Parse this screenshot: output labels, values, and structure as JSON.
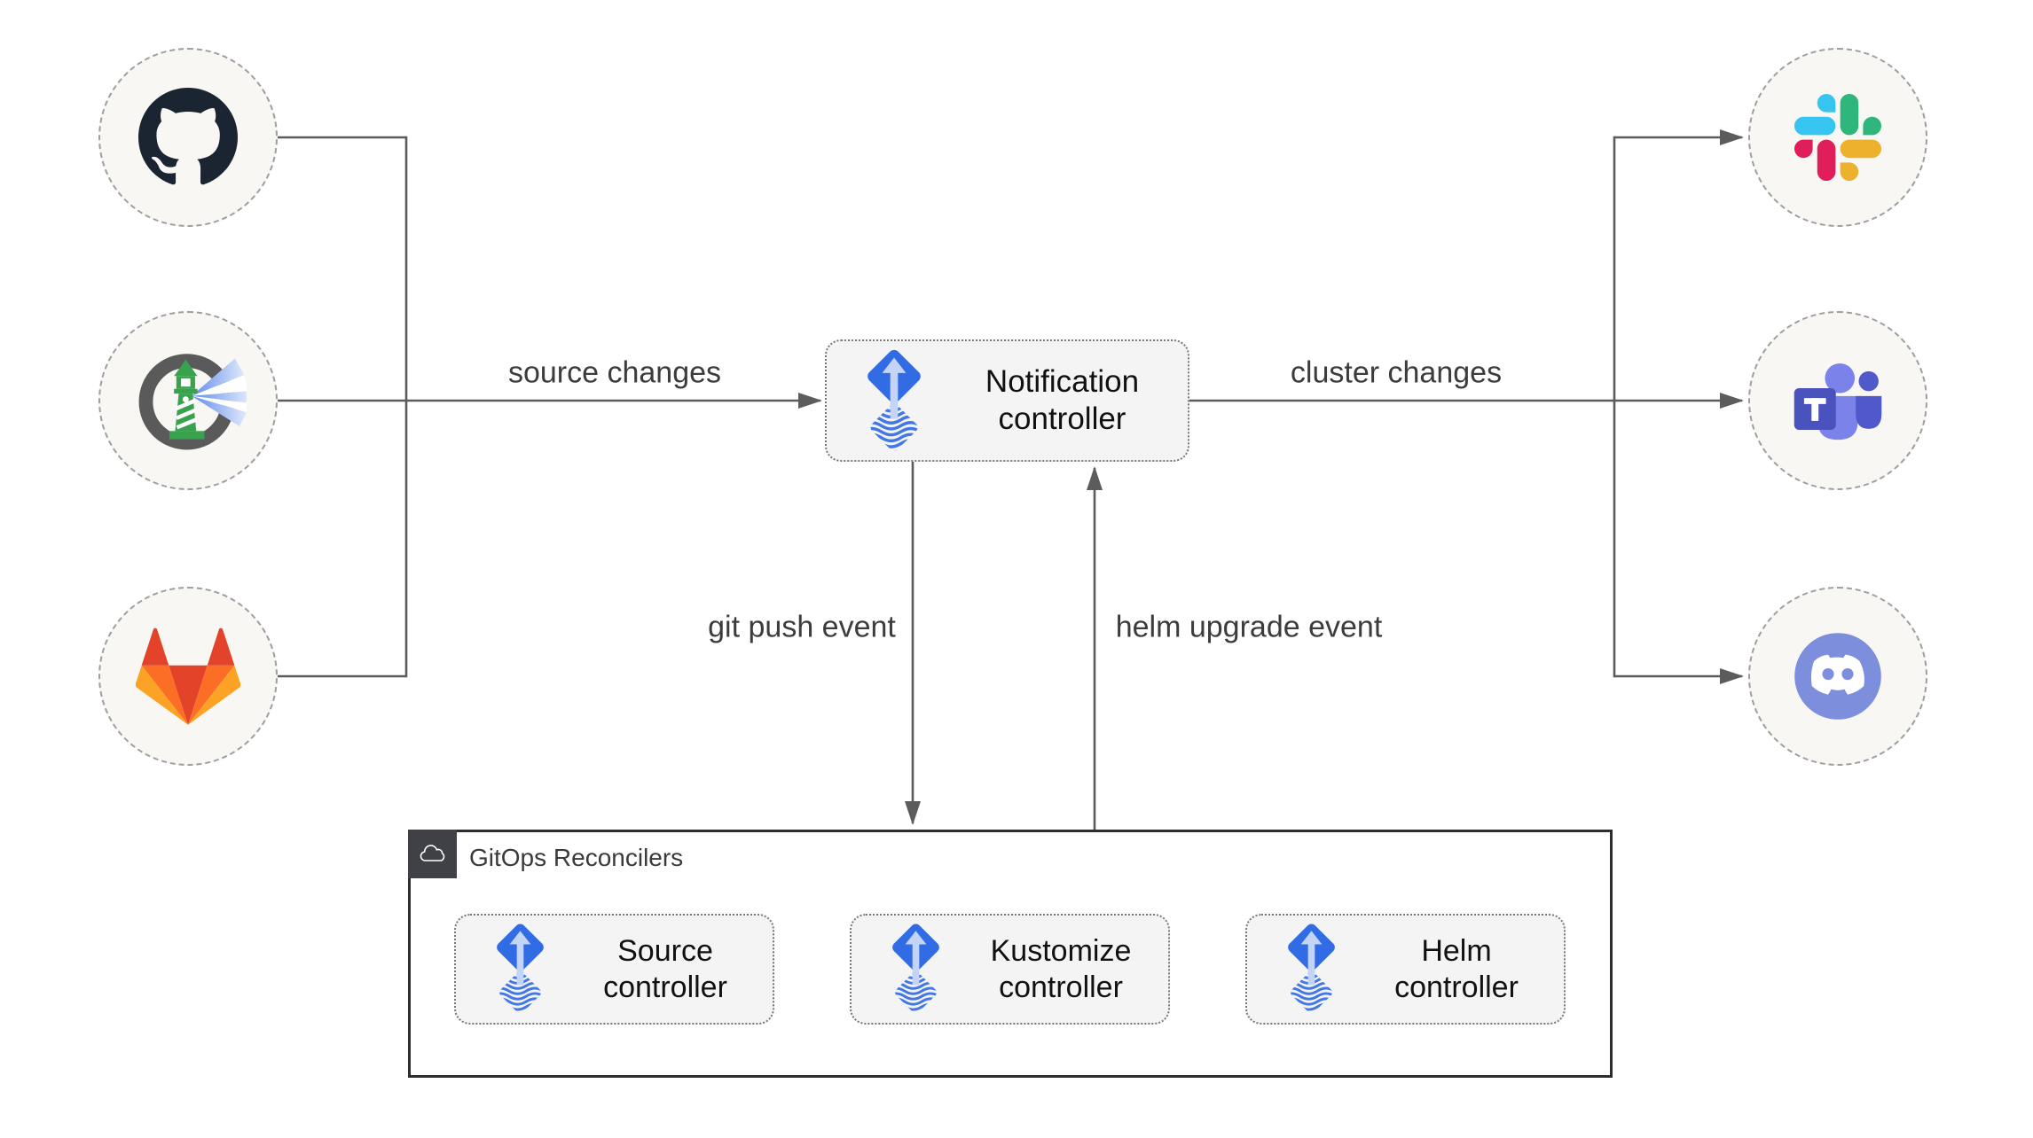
{
  "colors": {
    "canvas_bg": "#ffffff",
    "line_color": "#5c5c5c",
    "circle_bg": "#f8f7f4",
    "circle_border": "#9e9e9e",
    "box_bg": "#f4f4f4",
    "box_border": "#787878",
    "box_text": "#111111",
    "edge_label_text": "#3c3c3c",
    "group_border": "#2d2d2d",
    "group_badge_bg": "#3f4146",
    "group_label_text": "#3a3a3a",
    "flux_blue": "#316ce4",
    "flux_wave": "#4477e6",
    "flux_arrow": "#c3d4f6"
  },
  "sources": [
    {
      "id": "github",
      "icon": "github-icon",
      "brand_color": "#1b2532"
    },
    {
      "id": "harbor",
      "icon": "harbor-icon",
      "brand_colors": [
        "#5a5a5a",
        "#39a24d",
        "#7fa4ee"
      ]
    },
    {
      "id": "gitlab",
      "icon": "gitlab-icon",
      "brand_colors": [
        "#e24329",
        "#fc6d26",
        "#fca326"
      ]
    }
  ],
  "targets": [
    {
      "id": "slack",
      "icon": "slack-icon",
      "brand_colors": [
        "#36C5F0",
        "#2EB67D",
        "#ECB22E",
        "#E01E5A"
      ]
    },
    {
      "id": "teams",
      "icon": "microsoft-teams-icon",
      "brand_colors": [
        "#4a52bd",
        "#5059c9",
        "#7b83eb"
      ]
    },
    {
      "id": "discord",
      "icon": "discord-icon",
      "brand_color": "#7d8fdc"
    }
  ],
  "nodes": {
    "notification": {
      "label": "Notification\ncontroller",
      "icon": "flux-icon"
    }
  },
  "edges": {
    "source_changes": "source changes",
    "cluster_changes": "cluster changes",
    "git_push_event": "git push event",
    "helm_upgrade_event": "helm upgrade event"
  },
  "reconcilers": {
    "group_label": "GitOps Reconcilers",
    "badge_icon": "cloud-icon",
    "items": [
      {
        "id": "source",
        "label": "Source\ncontroller",
        "icon": "flux-icon"
      },
      {
        "id": "kustomize",
        "label": "Kustomize\ncontroller",
        "icon": "flux-icon"
      },
      {
        "id": "helm",
        "label": "Helm\ncontroller",
        "icon": "flux-icon"
      }
    ]
  }
}
